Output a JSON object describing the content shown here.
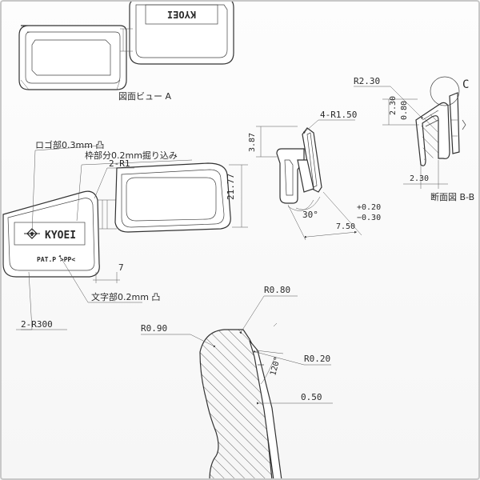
{
  "drawing": {
    "view_a_title": "図面ビュー A",
    "section_title": "断面図 B-B",
    "callout_c": "C",
    "logo_text": "KYOEI",
    "pat_text": "PAT.P >PP<",
    "annotations": {
      "logo_depth": "ロゴ部0.3mm 凸",
      "frame_cut": "枠部分0.2mm掘り込み",
      "r1": "2-R1",
      "text_raise": "文字部0.2mm 凸",
      "r300": "2-R300",
      "dim_7": "7",
      "dim_21_77": "21.77"
    },
    "side_view": {
      "dim_3_87": "3.87",
      "r150": "4-R1.50",
      "angle_30": "30°",
      "dim_7_50": "7.50",
      "tol_plus": "+0.20",
      "tol_minus": "−0.30"
    },
    "section_view": {
      "r230": "R2.30",
      "dim_2_30_v": "2.30",
      "dim_0_80": "0.80",
      "dim_2_30_h": "2.30"
    },
    "detail_c": {
      "r080": "R0.80",
      "r090": "R0.90",
      "r020": "R0.20",
      "angle_120": "120°",
      "dim_0_50": "0.50"
    }
  }
}
